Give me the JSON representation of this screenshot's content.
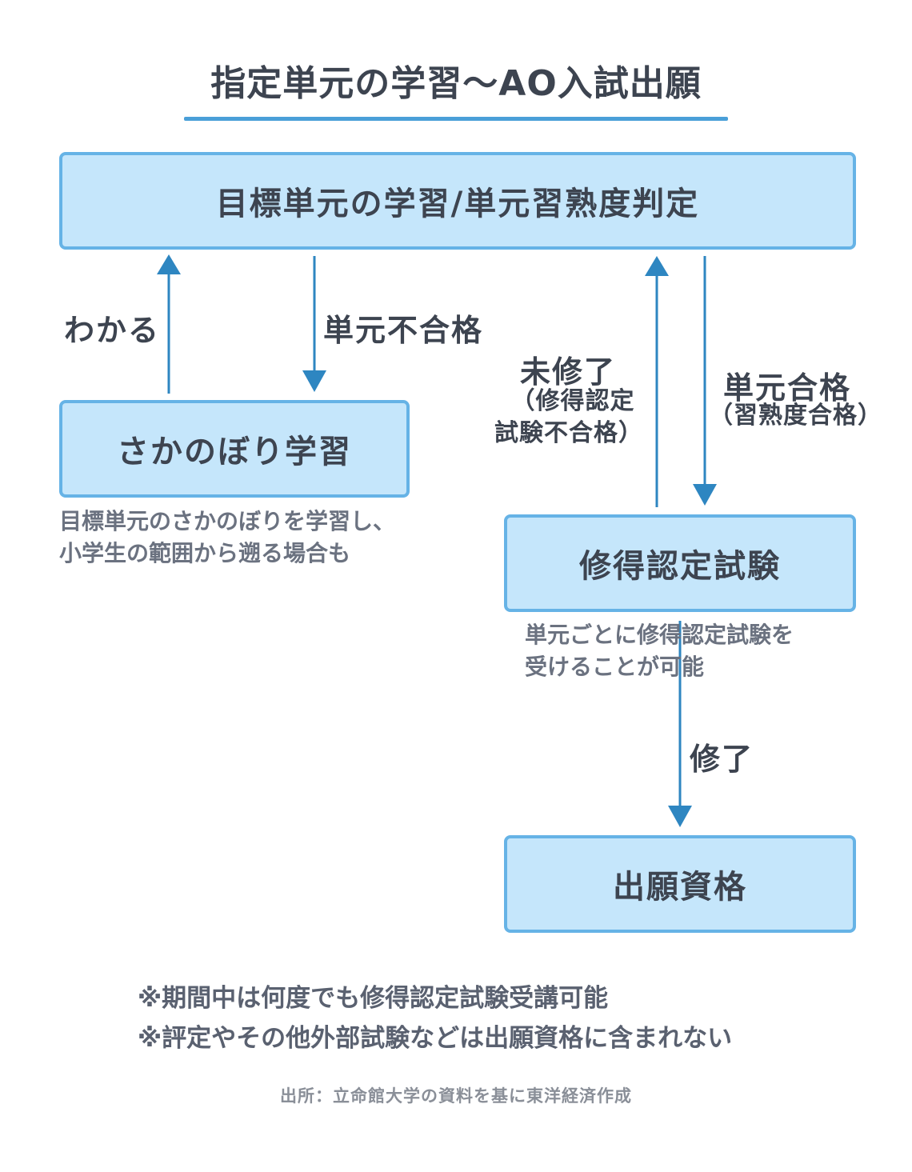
{
  "title": "指定単元の学習〜AO入試出願",
  "nodes": {
    "top": "目標単元の学習/単元習熟度判定",
    "sakanobori": "さかのぼり学習",
    "exam": "修得認定試験",
    "qualification": "出願資格"
  },
  "edge_labels": {
    "wakaru": "わかる",
    "tangen_fugoukaku": "単元不合格",
    "mishuuryou": "未修了",
    "mishuuryou_detail_1": "（修得認定",
    "mishuuryou_detail_2": "試験不合格）",
    "tangen_goukaku": "単元合格",
    "tangen_goukaku_detail": "（習熟度合格）",
    "shuuryou": "修了"
  },
  "notes": {
    "sakanobori_1": "目標単元のさかのぼりを学習し、",
    "sakanobori_2": "小学生の範囲から遡る場合も",
    "exam_1": "単元ごとに修得認定試験を",
    "exam_2": "受けることが可能"
  },
  "footnotes": {
    "line1": "※期間中は何度でも修得認定試験受講可能",
    "line2": "※評定やその他外部試験などは出願資格に含まれない"
  },
  "source": "出所：立命館大学の資料を基に東洋経済作成",
  "colors": {
    "box_fill": "#c5e6fb",
    "box_border": "#66b3e6",
    "arrow": "#2e86c1",
    "text": "#3d4450"
  }
}
